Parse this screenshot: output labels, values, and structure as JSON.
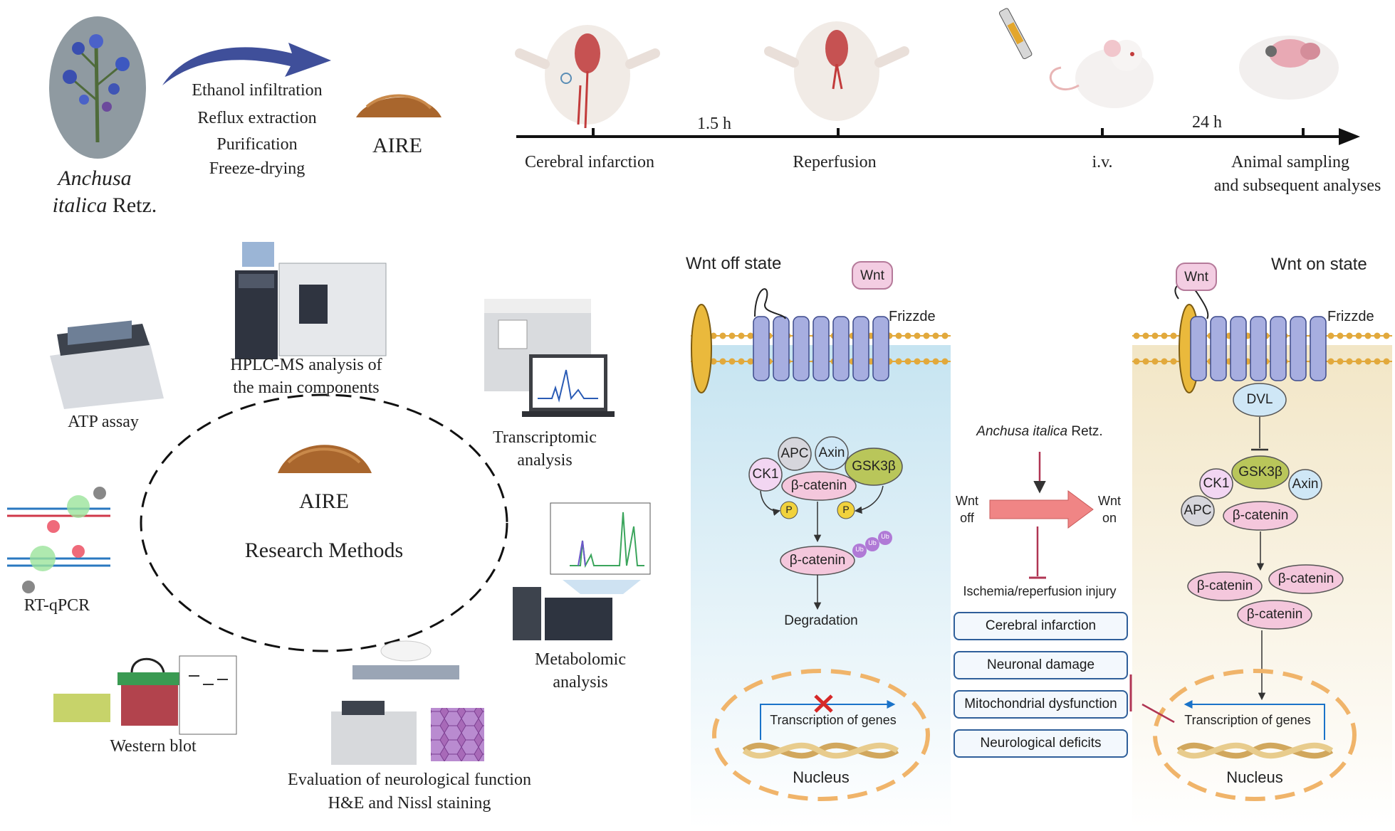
{
  "extraction": {
    "plant_name_italic": "Anchusa",
    "plant_name_line2_italic": "italica",
    "plant_name_author": "Retz.",
    "steps": [
      "Ethanol infiltration",
      "Reflux extraction",
      "Purification",
      "Freeze-drying"
    ],
    "product": "AIRE"
  },
  "timeline": {
    "stages": [
      "Cerebral infarction",
      "Reperfusion",
      "i.v.",
      "Animal sampling",
      "and subsequent analyses"
    ],
    "interval_1": "1.5 h",
    "interval_2": "24 h"
  },
  "methods": {
    "center_product": "AIRE",
    "center_title": "Research Methods",
    "items": [
      {
        "line1": "HPLC-MS analysis of",
        "line2": "the main components"
      },
      {
        "line1": "ATP assay"
      },
      {
        "line1": "Transcriptomic",
        "line2": "analysis"
      },
      {
        "line1": "RT-qPCR"
      },
      {
        "line1": "Metabolomic",
        "line2": "analysis"
      },
      {
        "line1": "Western blot"
      },
      {
        "line1": "Evaluation of neurological function",
        "line2": "H&E and Nissl staining"
      }
    ]
  },
  "wnt_pathway": {
    "off_state_title": "Wnt off state",
    "on_state_title": "Wnt on state",
    "wnt_label": "Wnt",
    "receptor_label": "Frizzde",
    "off_complex": [
      "APC",
      "Axin",
      "CK1",
      "GSK3β",
      "β-catenin",
      "P",
      "P"
    ],
    "off_free_catenin": "β-catenin",
    "ub_labels": [
      "Ub",
      "Ub",
      "Ub"
    ],
    "off_degradation": "Degradation",
    "on_dvl": "DVL",
    "on_complex": [
      "CK1",
      "GSK3β",
      "Axin",
      "APC",
      "β-catenin"
    ],
    "on_free_catenins": [
      "β-catenin",
      "β-catenin",
      "β-catenin"
    ],
    "transcription_label": "Transcription of genes",
    "nucleus_label": "Nucleus",
    "middle": {
      "drug_italic": "Anchusa italica",
      "drug_author": "Retz.",
      "left_label": [
        "Wnt",
        "off"
      ],
      "right_label": [
        "Wnt",
        "on"
      ],
      "injury": "Ischemia/reperfusion injury",
      "outcomes": [
        "Cerebral infarction",
        "Neuronal damage",
        "Mitochondrial dysfunction",
        "Neurological deficits"
      ]
    }
  },
  "colors": {
    "arrow_blue": "#3f4f9a",
    "membrane_blue": "#9ea8dd",
    "lipid_orange": "#e2a93c",
    "off_cyto": "#d7ecf4",
    "on_cyto": "#f5ecd5",
    "catenin_pink": "#f4c7dc",
    "gsk_green": "#b9c65a",
    "nucleus_orange": "#f0b46a",
    "inhibit_red": "#b03553",
    "big_arrow": "#f08585"
  }
}
